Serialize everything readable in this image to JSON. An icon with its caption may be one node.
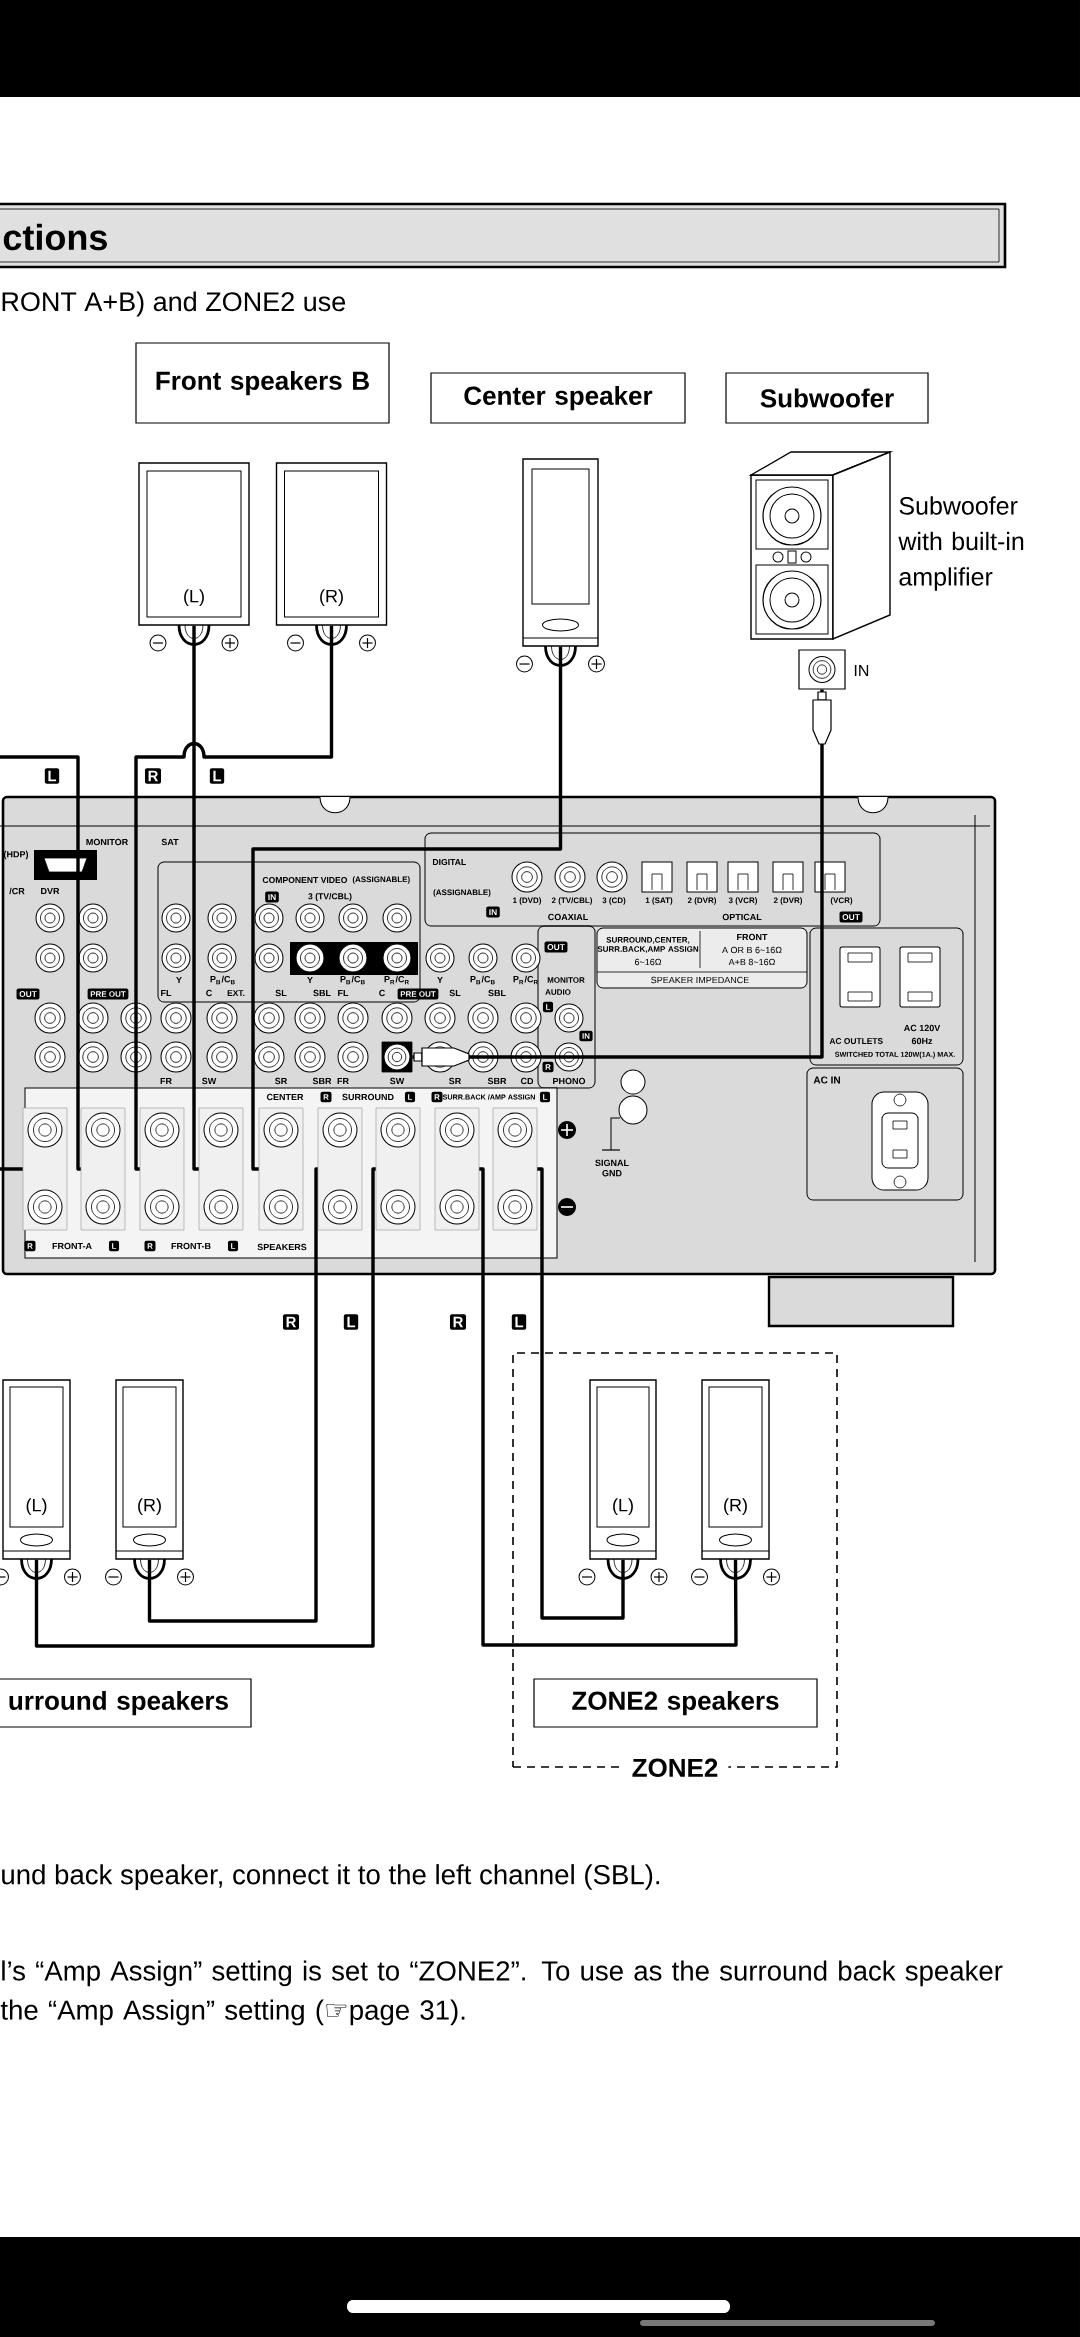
{
  "diagram": {
    "title": "ctions",
    "nodes": [
      {
        "text": [
          "Front speakers B"
        ]
      },
      {
        "text": [
          "Center speaker"
        ]
      },
      {
        "text": [
          "Subwoofer"
        ]
      },
      {
        "text": [
          "(L)"
        ]
      },
      {
        "text": [
          "(R)"
        ]
      },
      {
        "text": [],
        "shape": "picture"
      },
      {
        "text": [],
        "shape": "picture",
        "beside": [
          "Subwoofer with built-in amplifier"
        ]
      },
      {
        "text": [],
        "shape": "box",
        "beside": [
          "IN"
        ]
      },
      {
        "text": [],
        "shape": "picture"
      },
      {
        "text": [],
        "shape": "box",
        "in": 8
      },
      {
        "text": [],
        "shape": "box",
        "in": 8
      },
      {
        "text": [],
        "shape": "box",
        "in": 8
      },
      {
        "text": [],
        "shape": "box",
        "in": 8
      },
      {
        "text": [],
        "shape": "box",
        "in": 8
      },
      {
        "text": [],
        "shape": "box",
        "in": 8
      },
      {
        "text": [],
        "shape": "box",
        "in": 8
      },
      {
        "text": [],
        "shape": "box",
        "in": 8
      },
      {
        "text": [],
        "shape": "box",
        "in": 8
      },
      {
        "text": [],
        "shape": "box",
        "in": 8
      },
      {
        "text": [
          "ZONE2"
        ]
      },
      {
        "text": [
          "(L)"
        ]
      },
      {
        "text": [
          "(R)"
        ]
      },
      {
        "text": [
          "(L)"
        ],
        "in": 19
      },
      {
        "text": [
          "(R)"
        ],
        "in": 19
      },
      {
        "text": [
          "urround speakers"
        ]
      },
      {
        "text": [
          "ZONE2 speakers"
        ],
        "in": 19
      }
    ],
    "edges": [
      {
        "from": null,
        "to": 9,
        "arrow": "none"
      },
      {
        "from": null,
        "to": 10,
        "arrow": "none"
      },
      {
        "from": 4,
        "to": 11,
        "arrow": "none"
      },
      {
        "from": 3,
        "to": 12,
        "arrow": "none"
      },
      {
        "from": 5,
        "to": 13,
        "arrow": "none"
      },
      {
        "from": 7,
        "to": 18,
        "arrow": "other"
      },
      {
        "from": 21,
        "to": 14,
        "arrow": "none"
      },
      {
        "from": 20,
        "to": 15,
        "arrow": "none"
      },
      {
        "from": 23,
        "to": 16,
        "arrow": "none"
      },
      {
        "from": 22,
        "to": 17,
        "arrow": "none"
      }
    ],
    "labels": [
      "RONT A+B) and ZONE2 use",
      "L",
      "R",
      "L",
      "(HDP)",
      "MONITOR",
      "SAT",
      "COMPONENT VIDEO",
      "(ASSIGNABLE)",
      "IN",
      "3 (TV/CBL)",
      "DIGITAL",
      "(ASSIGNABLE)",
      "IN",
      "1 (DVD)",
      "2 (TV/CBL)",
      "3 (CD)",
      "1 (SAT)",
      "2 (DVR)",
      "3 (VCR)",
      "2 (DVR)",
      "(VCR)",
      "COAXIAL",
      "OPTICAL",
      "OUT",
      "/CR",
      "DVR",
      "OUT",
      "PRE OUT",
      "FL",
      "C",
      "EXT.",
      "SL",
      "SBL",
      "FL",
      "C",
      "PRE OUT",
      "SL",
      "SBL",
      "Y",
      "P$_{B}$/C$_{B}$",
      "Y",
      "P$_{B}$/C$_{B}$",
      "P$_{R}$/C$_{R}$",
      "Y",
      "P$_{B}$/C$_{B}$",
      "P$_{R}$/C$_{R}$",
      "FR",
      "SW",
      "SR",
      "SBR",
      "FR",
      "SW",
      "SR",
      "SBR",
      "CD",
      "OUT",
      "MONITOR",
      "AUDIO",
      "L",
      "IN",
      "R",
      "PHONO",
      "SURROUND,CENTER, SURR.BACK,AMP ASSIGN",
      "6~16Ω",
      "FRONT",
      "A OR B 6~16Ω",
      "A+B 8~16Ω",
      "SPEAKER IMPEDANCE",
      "AC OUTLETS",
      "AC 120V",
      "60Hz",
      "SWITCHED TOTAL 120W(1A.) MAX.",
      "AC IN",
      "SIGNAL GND",
      "CENTER",
      "R",
      "SURROUND",
      "L",
      "R",
      "SURR.BACK /AMP ASSIGN",
      "L",
      "R",
      "FRONT-A",
      "L",
      "R",
      "FRONT-B",
      "L",
      "SPEAKERS",
      "R",
      "L",
      "R",
      "L",
      "und back speaker, connect it to the left channel (SBL).",
      "l’s “Amp Assign” setting is set to “ZONE2”. To use as the surround back speaker the “Amp Assign” setting (☞page 31)."
    ]
  }
}
